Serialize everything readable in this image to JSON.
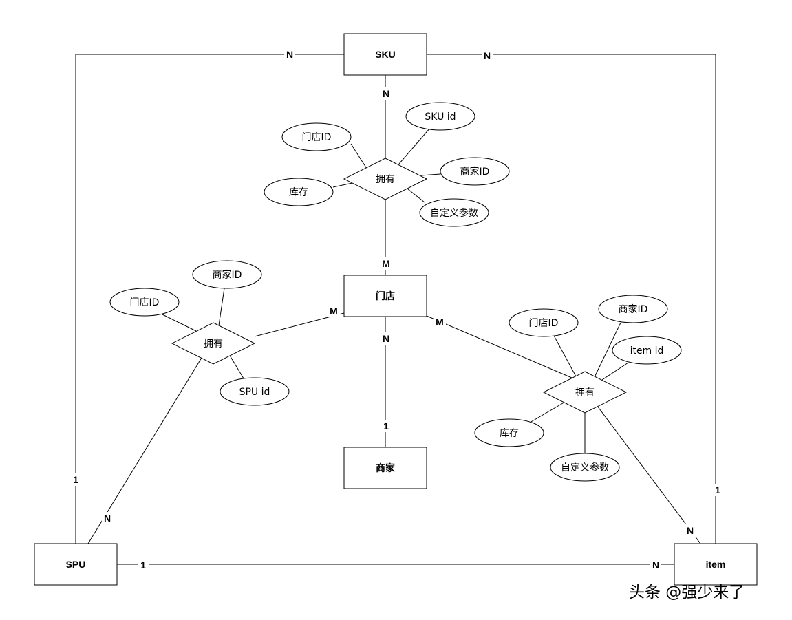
{
  "entities": {
    "sku": "SKU",
    "store": "门店",
    "merchant": "商家",
    "spu": "SPU",
    "item": "item"
  },
  "relationships": {
    "sku_store": "拥有",
    "spu_store": "拥有",
    "item_store": "拥有"
  },
  "attributes": {
    "sku_store": [
      "门店ID",
      "SKU id",
      "商家ID",
      "库存",
      "自定义参数"
    ],
    "spu_store": [
      "商家ID",
      "门店ID",
      "SPU id"
    ],
    "item_store": [
      "门店ID",
      "商家ID",
      "item id",
      "库存",
      "自定义参数"
    ]
  },
  "cardinalities": {
    "sku_spu": "N",
    "sku_item": "N",
    "sku_rel": "N",
    "store_sku_rel": "M",
    "store_spu_rel": "M",
    "store_item_rel": "M",
    "store_merchant": "N",
    "merchant_store": "1",
    "spu_sku": "1",
    "spu_rel": "N",
    "spu_item": "1",
    "item_spu": "N",
    "item_rel": "N",
    "item_sku": "1"
  },
  "watermark": "头条 @强少来了"
}
